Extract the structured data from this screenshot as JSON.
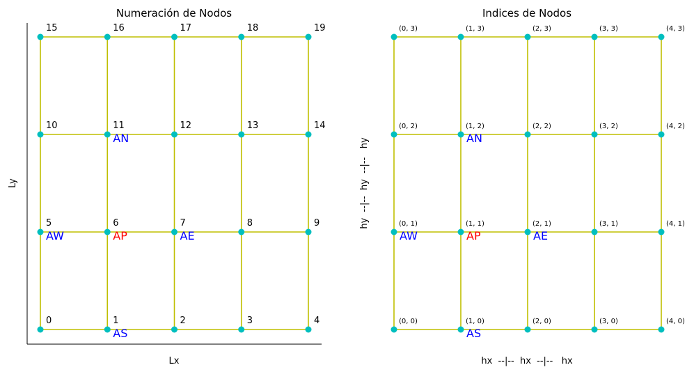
{
  "left_panel": {
    "title": "Numeración de Nodos",
    "xlabel": "Lx",
    "ylabel": "Ly",
    "node_labels": [
      "0",
      "1",
      "2",
      "3",
      "4",
      "5",
      "6",
      "7",
      "8",
      "9",
      "10",
      "11",
      "12",
      "13",
      "14",
      "15",
      "16",
      "17",
      "18",
      "19"
    ]
  },
  "right_panel": {
    "title": "Indices de Nodos",
    "xlabel": "hx  --|--  hx  --|--   hx",
    "ylabel": "hy  --|--  hy  --|--   hy",
    "node_labels": [
      "(0, 0)",
      "(1, 0)",
      "(2, 0)",
      "(3, 0)",
      "(4, 0)",
      "(0, 1)",
      "(1, 1)",
      "(2, 1)",
      "(3, 1)",
      "(4, 1)",
      "(0, 2)",
      "(1, 2)",
      "(2, 2)",
      "(3, 2)",
      "(4, 2)",
      "(0, 3)",
      "(1, 3)",
      "(2, 3)",
      "(3, 3)",
      "(4, 3)"
    ]
  },
  "grid": {
    "columns": 5,
    "rows": 4
  },
  "stencil": [
    {
      "label": "AN",
      "node": [
        1,
        2
      ],
      "color": "#0000ff"
    },
    {
      "label": "AW",
      "node": [
        0,
        1
      ],
      "color": "#0000ff"
    },
    {
      "label": "AP",
      "node": [
        1,
        1
      ],
      "color": "#ff0000"
    },
    {
      "label": "AE",
      "node": [
        2,
        1
      ],
      "color": "#0000ff"
    },
    {
      "label": "AS",
      "node": [
        1,
        0
      ],
      "color": "#0000ff"
    }
  ],
  "colors": {
    "line": "#bfbf00",
    "node": "#00bfbf",
    "text": "#000000"
  }
}
